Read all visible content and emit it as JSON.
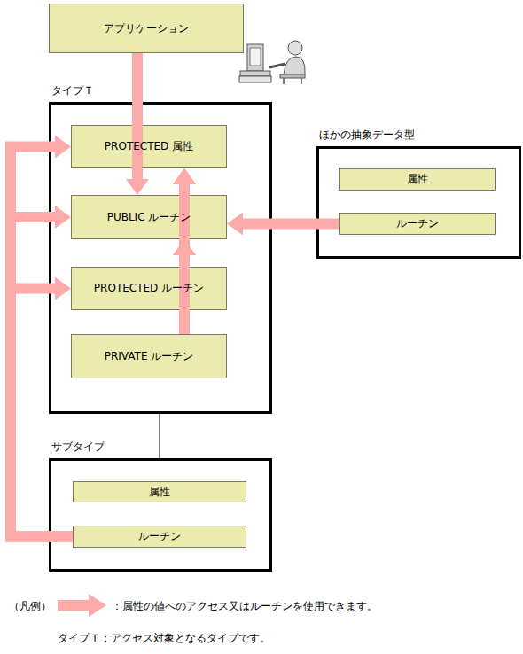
{
  "diagram": {
    "nodes": [
      {
        "text": [
          "アプリケーション"
        ]
      },
      {
        "text": [
          "タイプＴ"
        ]
      },
      {
        "text": [
          "PROTECTED 属性"
        ],
        "in": 1
      },
      {
        "text": [
          "PUBLIC ルーチン"
        ],
        "in": 1
      },
      {
        "text": [
          "PROTECTED ルーチン"
        ],
        "in": 1
      },
      {
        "text": [
          "PRIVATE ルーチン"
        ],
        "in": 1
      },
      {
        "text": [
          "ほかの抽象データ型"
        ]
      },
      {
        "text": [
          "属性"
        ],
        "in": 6
      },
      {
        "text": [
          "ルーチン"
        ],
        "in": 6
      },
      {
        "text": [
          "サブタイプ"
        ]
      },
      {
        "text": [
          "属性"
        ],
        "in": 9
      },
      {
        "text": [
          "ルーチン"
        ],
        "in": 9
      }
    ],
    "edges": [
      {
        "from": 0,
        "to": 3,
        "arrow": "to"
      },
      {
        "from": 3,
        "to": 2,
        "arrow": "to"
      },
      {
        "from": 8,
        "to": 3,
        "arrow": "to"
      },
      {
        "from": 4,
        "to": 2,
        "arrow": "to"
      },
      {
        "from": 4,
        "to": 3,
        "arrow": "to"
      },
      {
        "from": 5,
        "to": 2,
        "arrow": "to"
      },
      {
        "from": 5,
        "to": 3,
        "arrow": "to"
      },
      {
        "from": 11,
        "to": 2,
        "arrow": "to"
      },
      {
        "from": 11,
        "to": 3,
        "arrow": "to"
      },
      {
        "from": 11,
        "to": 4,
        "arrow": "to"
      },
      {
        "from": 1,
        "to": 9,
        "arrow": "none"
      }
    ],
    "labels": [
      "（凡例）",
      "タイプＴ：アクセス対象となるタイプです。"
    ],
    "legend": [
      {
        "text": "：属性の値へのアクセス又はルーチンを使用できます。"
      }
    ]
  }
}
